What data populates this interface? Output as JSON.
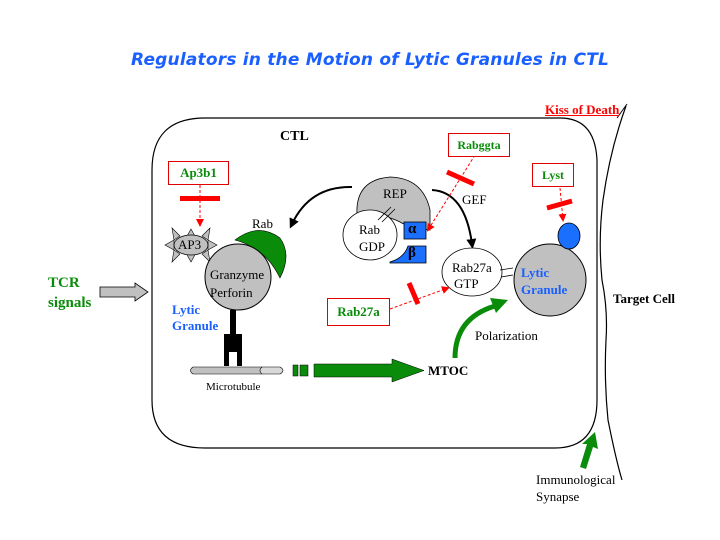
{
  "title": "Regulators in the Motion of Lytic Granules in CTL",
  "labels": {
    "ctl": "CTL",
    "tcr_signals_line1": "TCR",
    "tcr_signals_line2": "signals",
    "ap3": "AP3",
    "rab_left": "Rab",
    "granzyme": "Granzyme",
    "perforin": "Perforin",
    "lytic_granule_left_line1": "Lytic",
    "lytic_granule_left_line2": "Granule",
    "microtubule": "Microtubule",
    "mtoc": "MTOC",
    "rep": "REP",
    "rab_gdp_line1": "Rab",
    "rab_gdp_line2": "GDP",
    "alpha": "α",
    "beta": "β",
    "gef": "GEF",
    "rab27a_gtp_line1": "Rab27a",
    "rab27a_gtp_line2": "GTP",
    "lytic_granule_right_line1": "Lytic",
    "lytic_granule_right_line2": "Granule",
    "polarization": "Polarization",
    "kiss_of_death": "Kiss of Death",
    "target_cell": "Target Cell",
    "immunological_line1": "Immunological",
    "immunological_line2": "Synapse"
  },
  "regulators": {
    "ap3b1": "Ap3b1",
    "rabggta": "Rabggta",
    "lyst": "Lyst",
    "rab27a": "Rab27a"
  },
  "colors": {
    "title": "#1a5fff",
    "regulator_text": "#0a8c0a",
    "inhibitor": "#ff0000",
    "granule_fill": "#c0c0c0",
    "green_arrow": "#0a8c0a",
    "blue_subunit": "#1a6fff"
  }
}
